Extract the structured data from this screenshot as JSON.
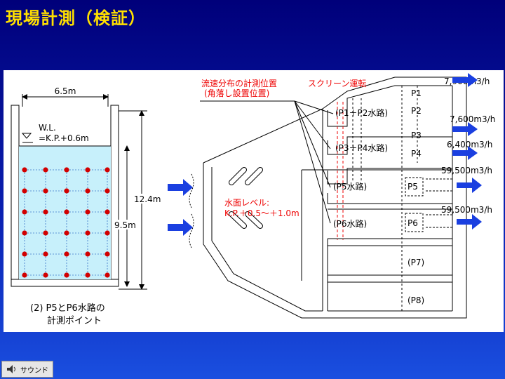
{
  "page": {
    "title": "現場計測（検証）"
  },
  "left": {
    "width_label": "6.5m",
    "wl_label": "W.L.",
    "kp_label": "=K.P.+0.6m",
    "height_outer": "12.4m",
    "height_inner": "9.5m",
    "caption_line1": "(2) P5とP6水路の",
    "caption_line2": "計測ポイント"
  },
  "right": {
    "measure_label_1": "流速分布の計測位置",
    "measure_label_2": "(角落し設置位置)",
    "screen_label": "スクリーン運転",
    "channels": [
      "(P1＋P2水路)",
      "(P3＋P4水路)",
      "(P5水路)",
      "(P6水路)"
    ],
    "water_level_1": "水面レベル:",
    "water_level_2": "K.P.＋0.5～＋1.0m",
    "pumps": [
      "P1",
      "P2",
      "P3",
      "P4",
      "P5",
      "P6",
      "(P7)",
      "(P8)"
    ],
    "flows": [
      "7,900m3/h",
      "7,600m3/h",
      "6,400m3/h",
      "59,500m3/h",
      "59,500m3/h"
    ]
  },
  "footer": {
    "sound_label": "サウンド"
  },
  "colors": {
    "title": "#ffe000",
    "water": "#c7f0fb",
    "dot": "#d20000",
    "arrow": "#1a3fe0",
    "annotation": "#ee0000"
  }
}
